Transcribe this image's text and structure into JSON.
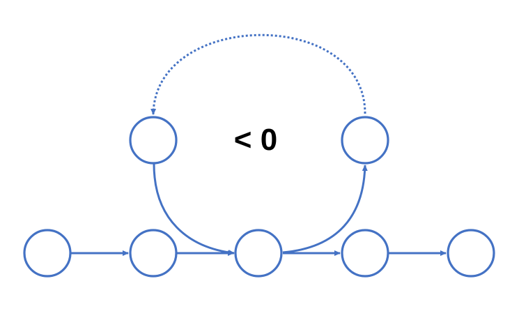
{
  "diagram": {
    "cycle_label": "< 0",
    "colors": {
      "stroke": "#4472C4",
      "text": "#000000",
      "node_fill": "#FFFFFF"
    },
    "nodes": [
      {
        "id": "b1"
      },
      {
        "id": "b2"
      },
      {
        "id": "b3"
      },
      {
        "id": "b4"
      },
      {
        "id": "b5"
      },
      {
        "id": "t1"
      },
      {
        "id": "t2"
      }
    ],
    "edges": [
      {
        "from": "b1",
        "to": "b2",
        "style": "solid"
      },
      {
        "from": "b2",
        "to": "b3",
        "style": "solid"
      },
      {
        "from": "b3",
        "to": "b4",
        "style": "solid"
      },
      {
        "from": "b4",
        "to": "b5",
        "style": "solid"
      },
      {
        "from": "t1",
        "to": "b3",
        "style": "solid",
        "shape": "curved"
      },
      {
        "from": "b3",
        "to": "t2",
        "style": "solid",
        "shape": "curved"
      },
      {
        "from": "t2",
        "to": "t1",
        "style": "dotted",
        "shape": "arc"
      }
    ]
  }
}
